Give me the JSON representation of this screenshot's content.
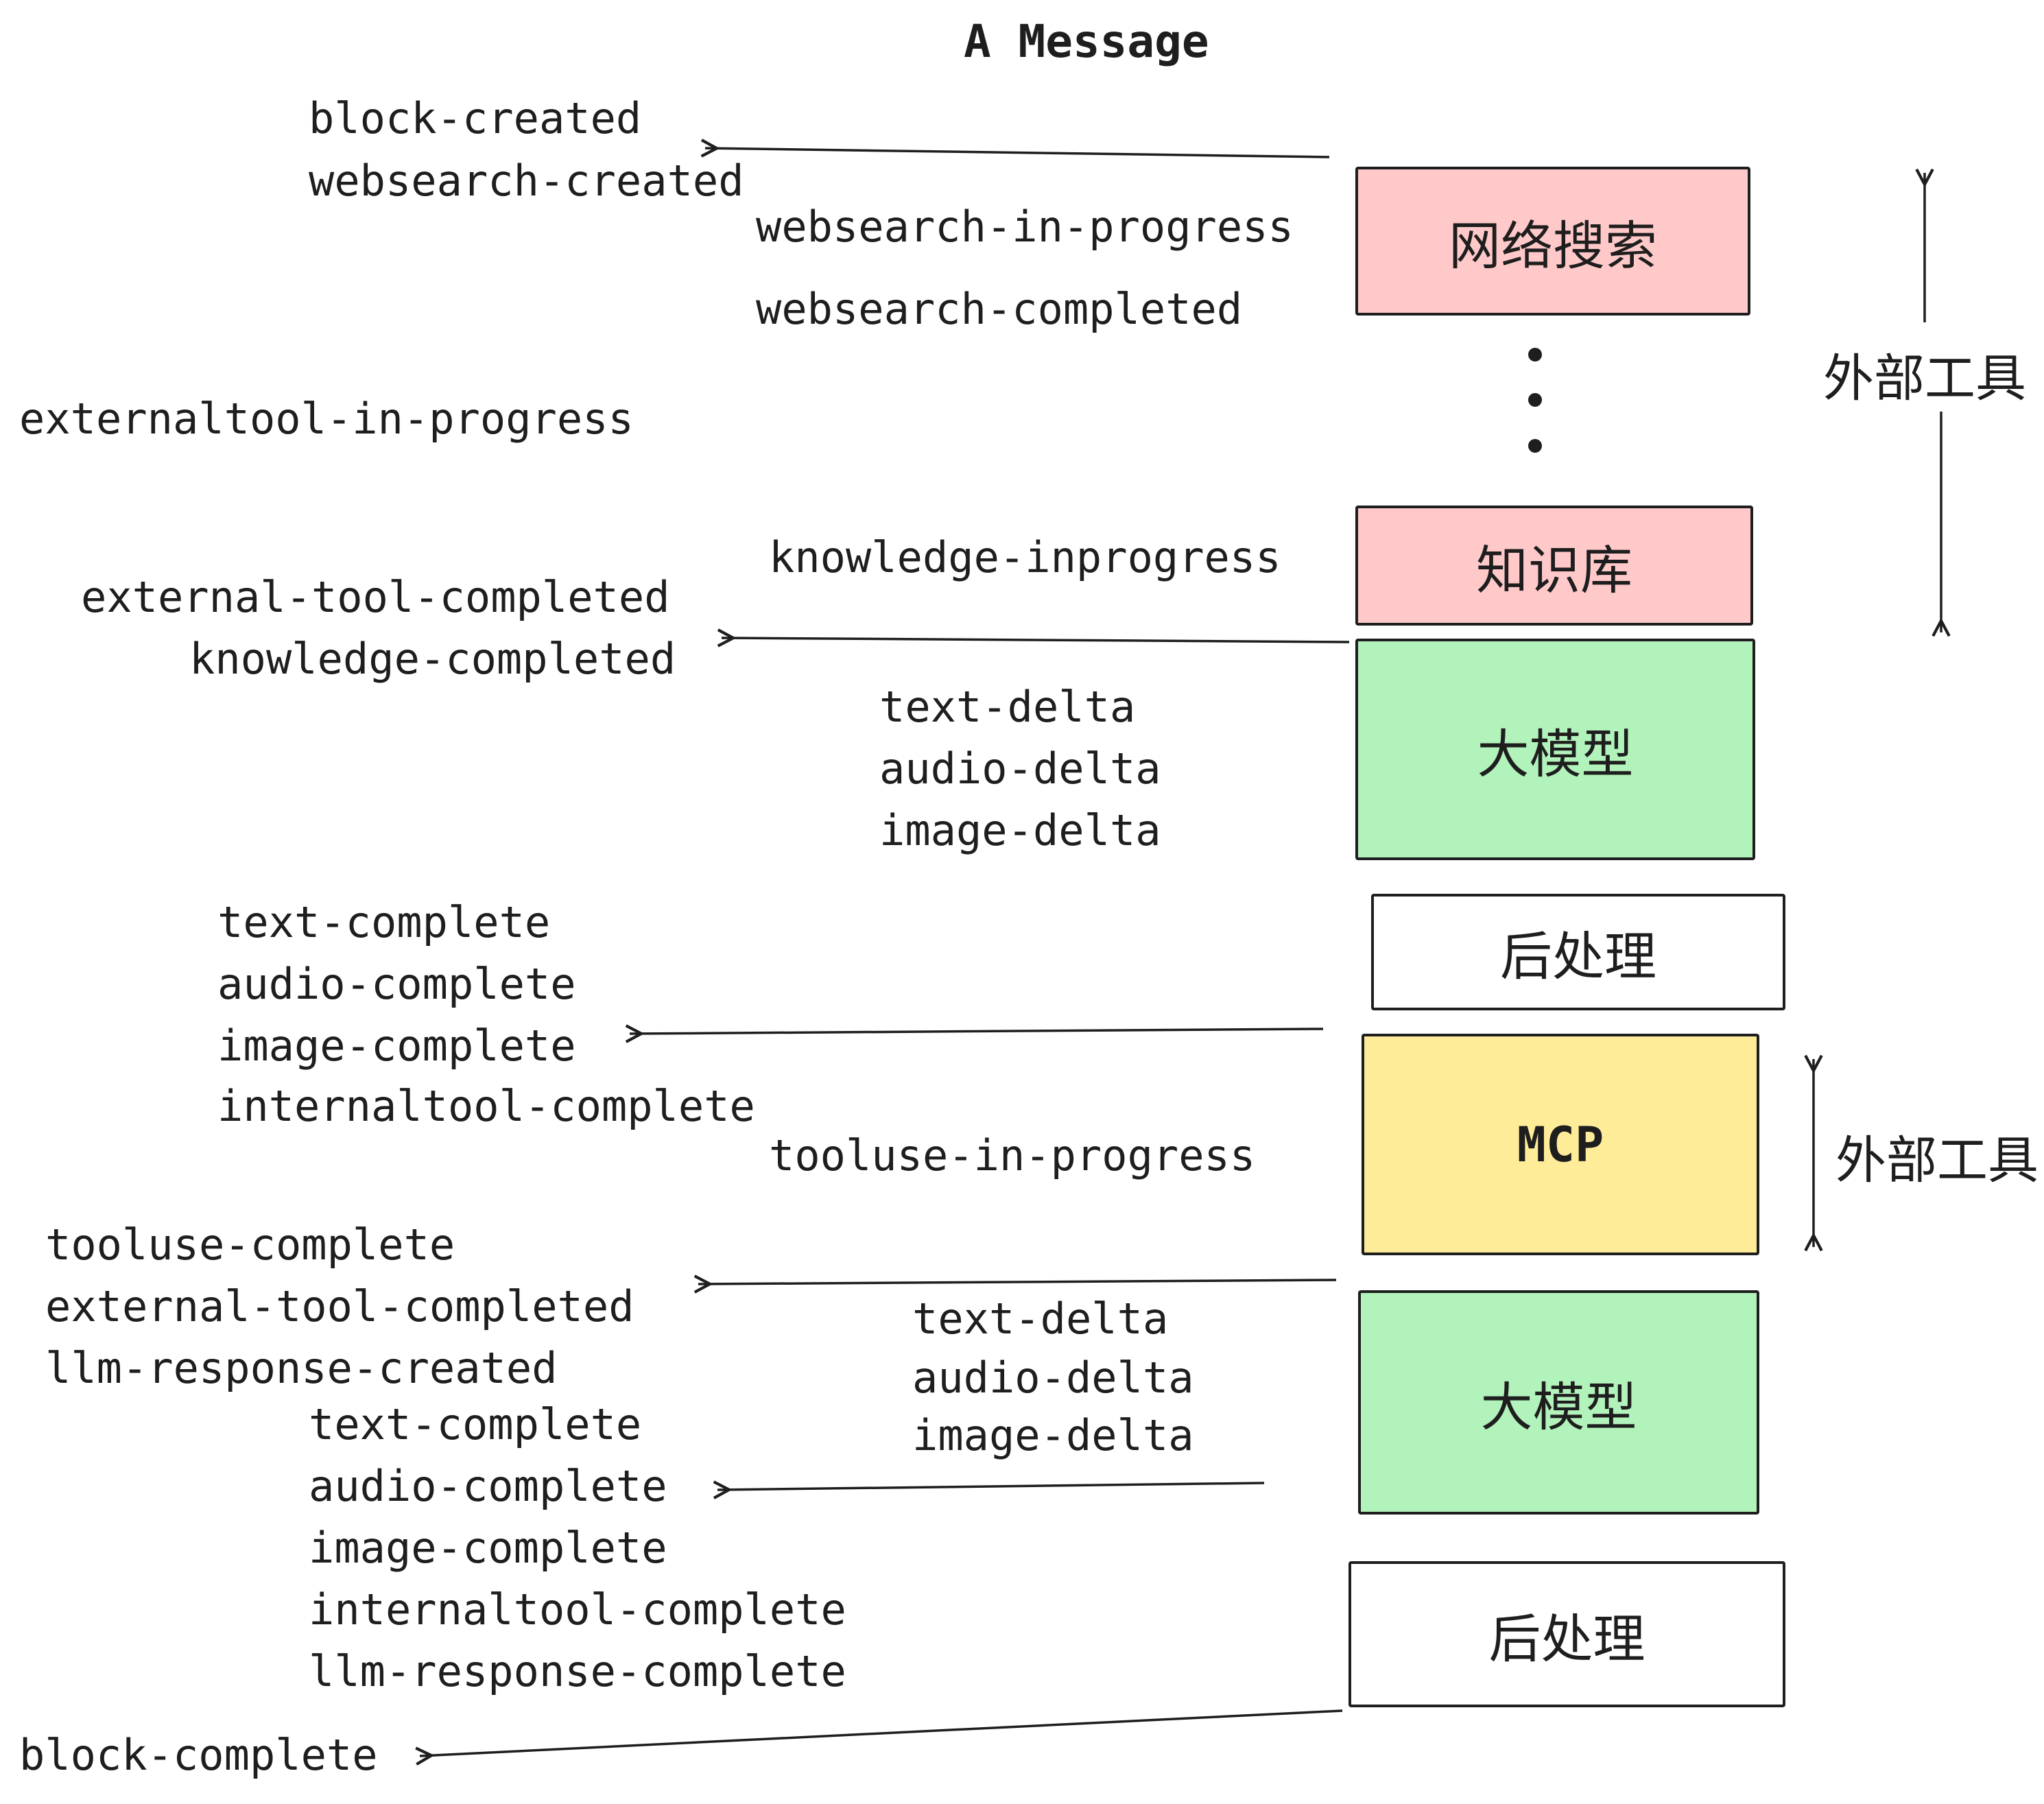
{
  "title": "A Message",
  "events": {
    "block_created": "block-created",
    "websearch_created": "websearch-created",
    "websearch_in_progress": "websearch-in-progress",
    "websearch_completed": "websearch-completed",
    "externaltool_in_progress": "externaltool-in-progress",
    "knowledge_inprogress": "knowledge-inprogress",
    "external_tool_completed_a": "external-tool-completed",
    "knowledge_completed": "knowledge-completed",
    "text_delta_a": "text-delta",
    "audio_delta_a": "audio-delta",
    "image_delta_a": "image-delta",
    "text_complete_a": "text-complete",
    "audio_complete_a": "audio-complete",
    "image_complete_a": "image-complete",
    "internaltool_complete_a": "internaltool-complete",
    "tooluse_in_progress": "tooluse-in-progress",
    "tooluse_complete": "tooluse-complete",
    "external_tool_completed_b": "external-tool-completed",
    "llm_response_created": "llm-response-created",
    "text_delta_b": "text-delta",
    "audio_delta_b": "audio-delta",
    "image_delta_b": "image-delta",
    "text_complete_b": "text-complete",
    "audio_complete_b": "audio-complete",
    "image_complete_b": "image-complete",
    "internaltool_complete_b": "internaltool-complete",
    "llm_response_complete": "llm-response-complete",
    "block_complete": "block-complete"
  },
  "boxes": {
    "websearch": {
      "label": "网络搜索",
      "color": "#ffc9c9"
    },
    "knowledge": {
      "label": "知识库",
      "color": "#ffc9c9"
    },
    "llm_top": {
      "label": "大模型",
      "color": "#b2f2bb"
    },
    "post_top": {
      "label": "后处理",
      "color": "#ffffff"
    },
    "mcp": {
      "label": "MCP",
      "color": "#ffec99"
    },
    "llm_bottom": {
      "label": "大模型",
      "color": "#b2f2bb"
    },
    "post_bottom": {
      "label": "后处理",
      "color": "#ffffff"
    }
  },
  "side_labels": {
    "external_tools_top": "外部工具",
    "external_tools_bottom": "外部工具"
  },
  "colors": {
    "stroke": "#1e1e1e",
    "pink": "#ffc9c9",
    "green": "#b2f2bb",
    "yellow": "#ffec99"
  }
}
